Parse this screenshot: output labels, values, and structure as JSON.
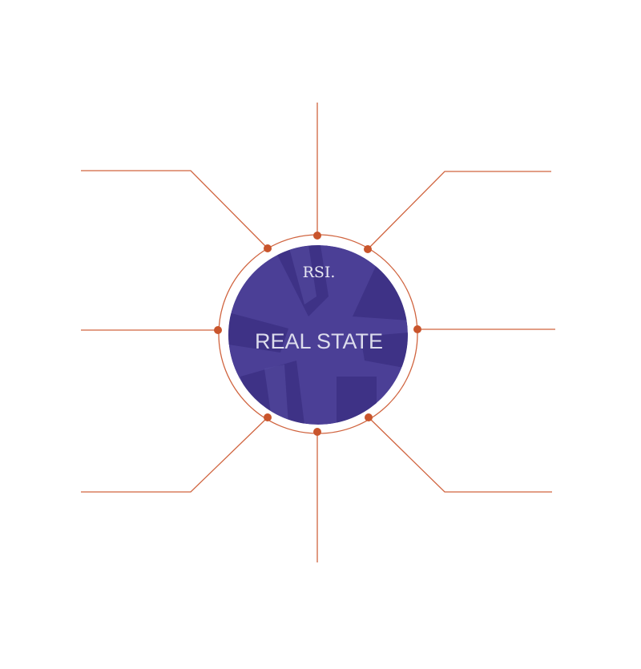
{
  "hub": {
    "title": "REAL STATE",
    "logo": "RSI."
  },
  "colors": {
    "accent": "#c9552c",
    "hub_fill": "#4b3f96"
  },
  "branches": [
    "top",
    "top-right",
    "right",
    "bottom-right",
    "bottom",
    "bottom-left",
    "left",
    "top-left"
  ]
}
